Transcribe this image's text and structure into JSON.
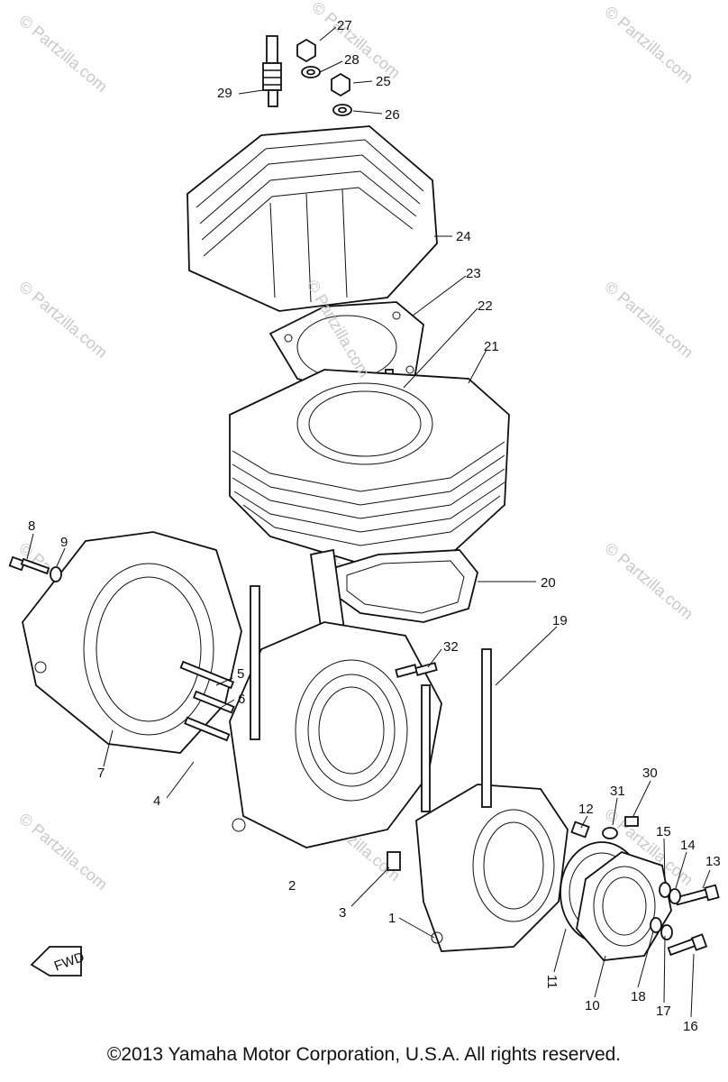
{
  "diagram": {
    "callouts": [
      "1",
      "2",
      "3",
      "4",
      "5",
      "6",
      "7",
      "8",
      "9",
      "10",
      "11",
      "12",
      "13",
      "14",
      "15",
      "16",
      "17",
      "18",
      "19",
      "20",
      "21",
      "22",
      "23",
      "24",
      "25",
      "26",
      "27",
      "28",
      "29",
      "30",
      "31",
      "32"
    ],
    "fwd_badge": "FWD",
    "watermark": "© Partzilla.com",
    "center_watermark": "© Partzilla.com"
  },
  "footer": {
    "copyright": "©2013  Yamaha Motor Corporation, U.S.A. All rights reserved."
  }
}
